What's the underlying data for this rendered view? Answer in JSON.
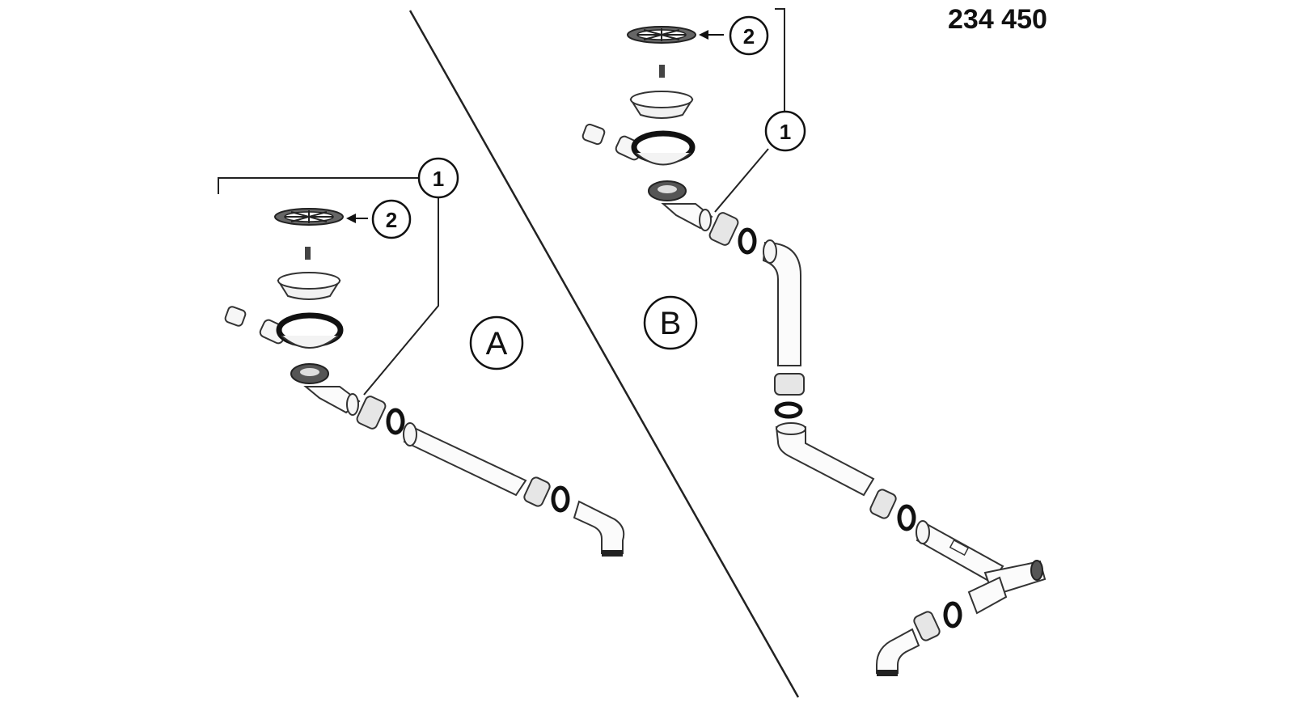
{
  "part_number": "234 450",
  "sections": [
    {
      "id": "A",
      "label": "A"
    },
    {
      "id": "B",
      "label": "B"
    }
  ],
  "callouts": {
    "item_1": "1",
    "item_2": "2"
  },
  "colors": {
    "line": "#222222",
    "background": "#ffffff"
  }
}
